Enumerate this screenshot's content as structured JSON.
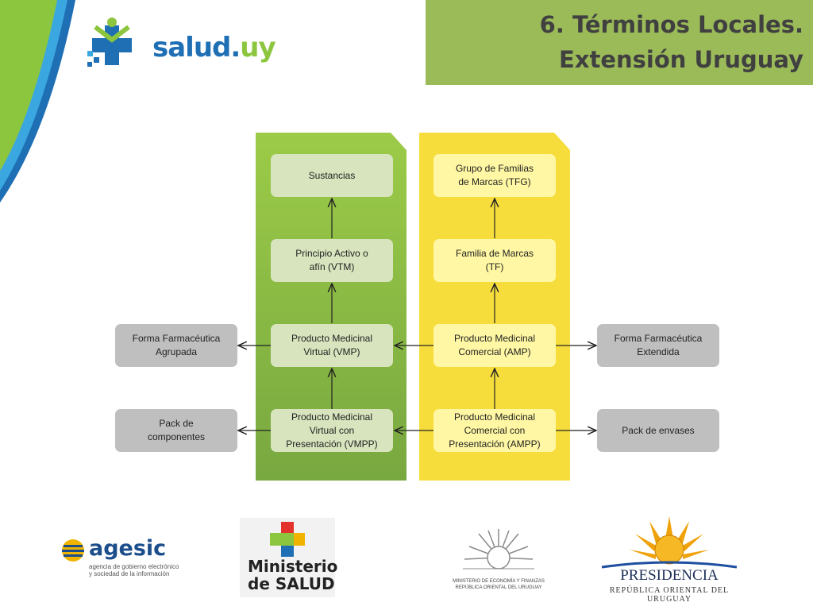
{
  "header": {
    "logo_text_main": "salud.",
    "logo_text_suffix": "uy",
    "title_line1": "6. Términos Locales.",
    "title_line2": "Extensión Uruguay"
  },
  "diagram": {
    "green_column": [
      {
        "id": "sustancias",
        "label": "Sustancias"
      },
      {
        "id": "vtm",
        "label": "Principio Activo o\nafín (VTM)"
      },
      {
        "id": "vmp",
        "label": "Producto Medicinal\nVirtual (VMP)"
      },
      {
        "id": "vmpp",
        "label": "Producto Medicinal\nVirtual con\nPresentación (VMPP)"
      }
    ],
    "yellow_column": [
      {
        "id": "tfg",
        "label": "Grupo de Familias\nde Marcas (TFG)"
      },
      {
        "id": "tf",
        "label": "Familia de Marcas\n(TF)"
      },
      {
        "id": "amp",
        "label": "Producto Medicinal\nComercial (AMP)"
      },
      {
        "id": "ampp",
        "label": "Producto Medicinal\nComercial con\nPresentación (AMPP)"
      }
    ],
    "left_nodes": [
      {
        "id": "forma-agrupada",
        "label": "Forma Farmacéutica\nAgrupada"
      },
      {
        "id": "pack-componentes",
        "label": "Pack de\ncomponentes"
      }
    ],
    "right_nodes": [
      {
        "id": "forma-extendida",
        "label": "Forma Farmacéutica\nExtendida"
      },
      {
        "id": "pack-envases",
        "label": "Pack de envases"
      }
    ],
    "colors": {
      "green_column": "#8dbb45",
      "yellow_column": "#f6dd3c",
      "green_node": "#d7e4bd",
      "yellow_node": "#fff7a3",
      "gray_node": "#bfbfbf"
    }
  },
  "footer": {
    "agesic_name": "agesic",
    "agesic_subtitle": "agencia de gobierno electrónico\ny sociedad de la información",
    "msp_name": "Ministerio\nde SALUD",
    "mef_name": "MINISTERIO DE ECONOMÍA Y FINANZAS",
    "mef_sub": "REPÚBLICA ORIENTAL DEL URUGUAY",
    "presidencia_name": "PRESIDENCIA",
    "presidencia_sub": "REPÚBLICA ORIENTAL DEL URUGUAY"
  },
  "accent_colors": {
    "title_box": "#9bbb59",
    "salud_blue": "#1f6fb5",
    "salud_green": "#8cc63f"
  }
}
